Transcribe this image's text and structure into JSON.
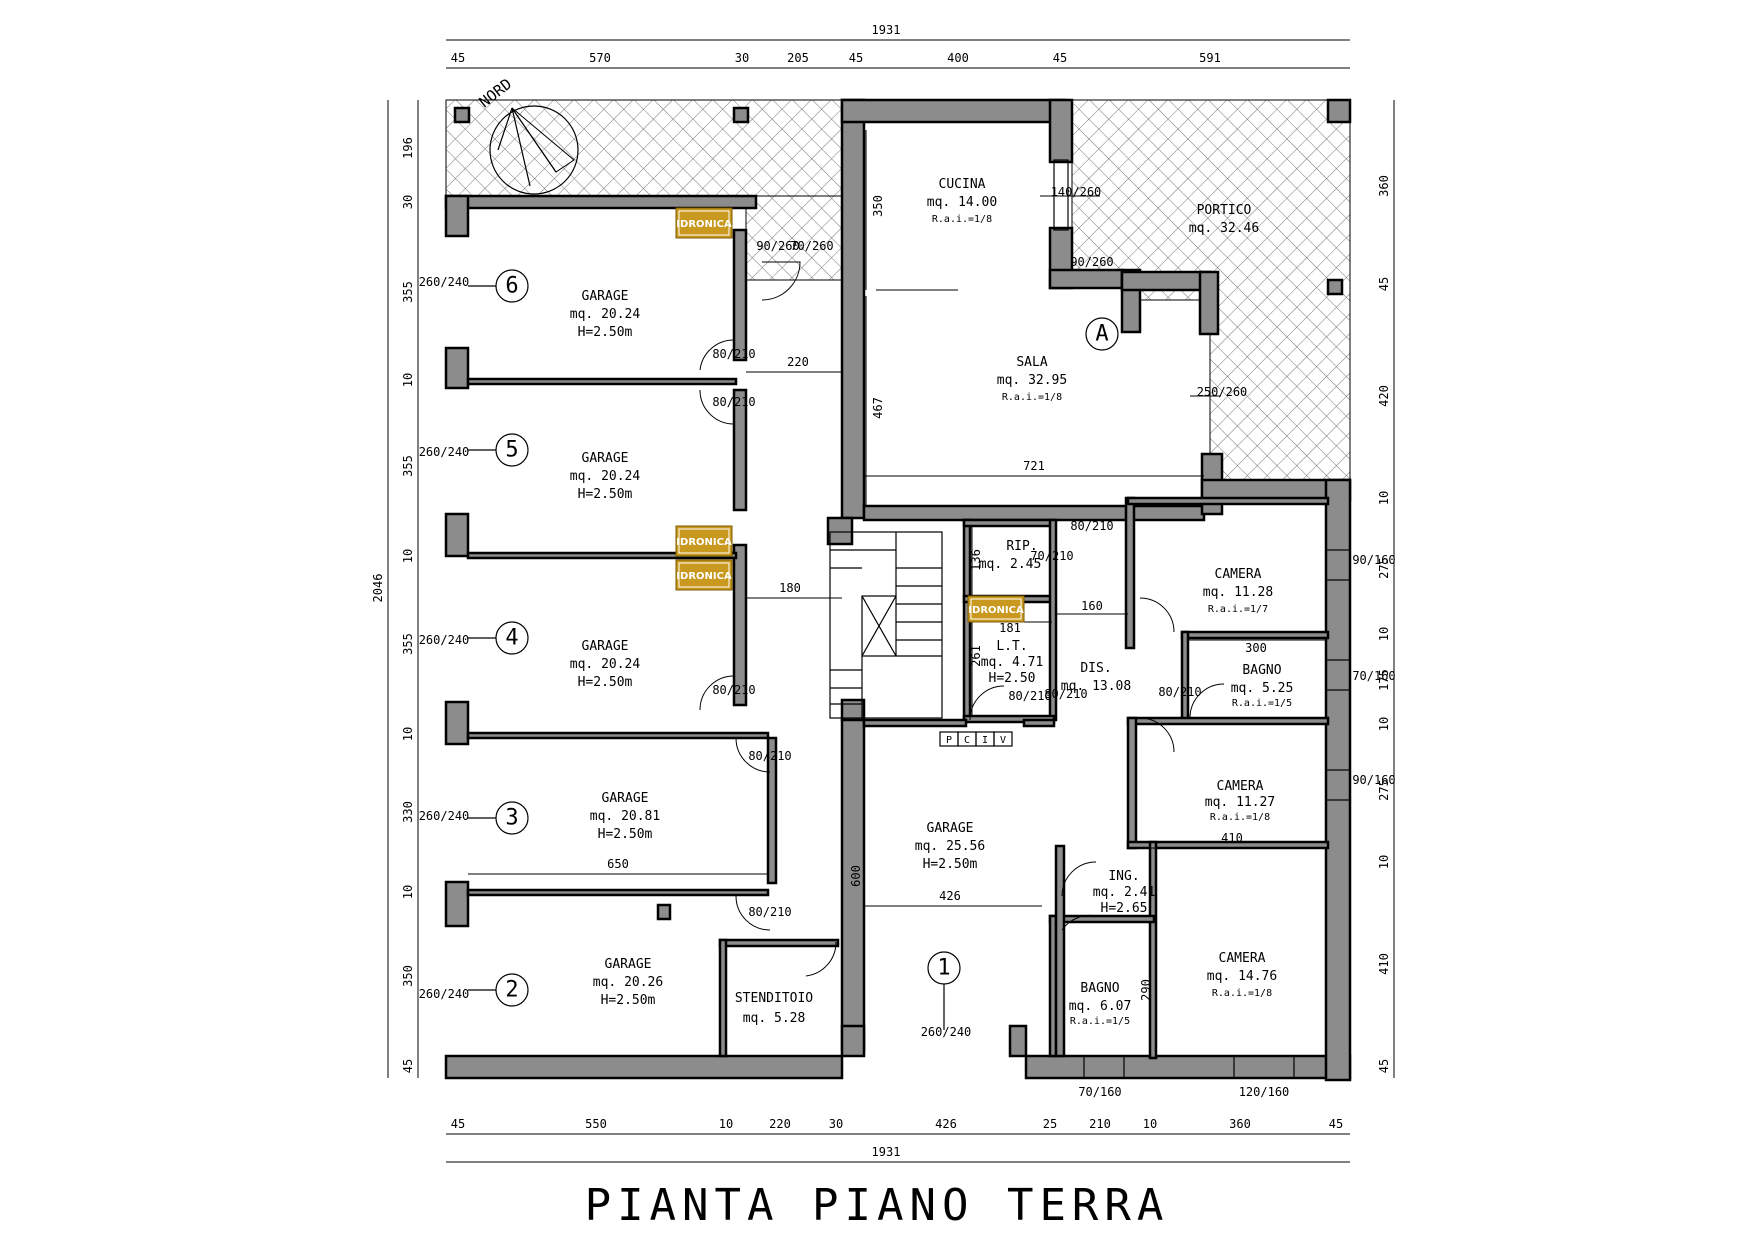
{
  "title": "PIANTA  PIANO  TERRA",
  "north_label": "NORD",
  "badge_label": "IDRONICA",
  "utility_labels": [
    "P",
    "C",
    "I",
    "V"
  ],
  "rooms": {
    "garage6": {
      "name": "GARAGE",
      "area": "mq.  20.24",
      "height": "H=2.50m",
      "number": "6"
    },
    "garage5": {
      "name": "GARAGE",
      "area": "mq.  20.24",
      "height": "H=2.50m",
      "number": "5"
    },
    "garage4": {
      "name": "GARAGE",
      "area": "mq.  20.24",
      "height": "H=2.50m",
      "number": "4"
    },
    "garage3": {
      "name": "GARAGE",
      "area": "mq.  20.81",
      "height": "H=2.50m",
      "number": "3"
    },
    "garage2": {
      "name": "GARAGE",
      "area": "mq.  20.26",
      "height": "H=2.50m",
      "number": "2"
    },
    "garage1": {
      "name": "GARAGE",
      "area": "mq.  25.56",
      "height": "H=2.50m",
      "number": "1"
    },
    "cucina": {
      "name": "CUCINA",
      "area": "mq.  14.00",
      "rai": "R.a.i.=1/8"
    },
    "portico": {
      "name": "PORTICO",
      "area": "mq.  32.46"
    },
    "sala": {
      "name": "SALA",
      "area": "mq.  32.95",
      "rai": "R.a.i.=1/8",
      "marker": "A"
    },
    "rip": {
      "name": "RIP.",
      "area": "mq.  2.45"
    },
    "lt": {
      "name": "L.T.",
      "area": "mq.  4.71",
      "height": "H=2.50"
    },
    "dis": {
      "name": "DIS.",
      "area": "mq.  13.08"
    },
    "camera1": {
      "name": "CAMERA",
      "area": "mq.  11.28",
      "rai": "R.a.i.=1/7"
    },
    "bagno1": {
      "name": "BAGNO",
      "area": "mq.  5.25",
      "rai": "R.a.i.=1/5"
    },
    "camera2": {
      "name": "CAMERA",
      "area": "mq.  11.27",
      "rai": "R.a.i.=1/8"
    },
    "ing": {
      "name": "ING.",
      "area": "mq.  2.41",
      "height": "H=2.65"
    },
    "bagno2": {
      "name": "BAGNO",
      "area": "mq.  6.07",
      "rai": "R.a.i.=1/5"
    },
    "camera3": {
      "name": "CAMERA",
      "area": "mq.  14.76",
      "rai": "R.a.i.=1/8"
    },
    "stenditoio": {
      "name": "STENDITOIO",
      "area": "mq.  5.28"
    }
  },
  "dimensions": {
    "top_total": "1931",
    "top_segments": [
      "45",
      "570",
      "30",
      "205",
      "45",
      "400",
      "45",
      "591"
    ],
    "bottom_total": "1931",
    "bottom_segments": [
      "45",
      "550",
      "10",
      "220",
      "30",
      "426",
      "25",
      "210",
      "10",
      "360",
      "45"
    ],
    "left_total": "2046",
    "left_segments": [
      "196",
      "30",
      "355",
      "10",
      "355",
      "10",
      "355",
      "10",
      "330",
      "10",
      "350",
      "45"
    ],
    "right_segments": [
      "360",
      "45",
      "420",
      "10",
      "275",
      "10",
      "175",
      "10",
      "275",
      "10",
      "410",
      "45"
    ],
    "internal": [
      "350",
      "467",
      "721",
      "220",
      "180",
      "650",
      "600",
      "426",
      "410",
      "300",
      "160",
      "290",
      "261",
      "136",
      "181"
    ],
    "openings": [
      "260/240",
      "140/260",
      "90/260",
      "70/260",
      "90/260",
      "250/260",
      "80/210",
      "70/210",
      "90/160",
      "70/160",
      "120/160",
      "260/240"
    ]
  }
}
